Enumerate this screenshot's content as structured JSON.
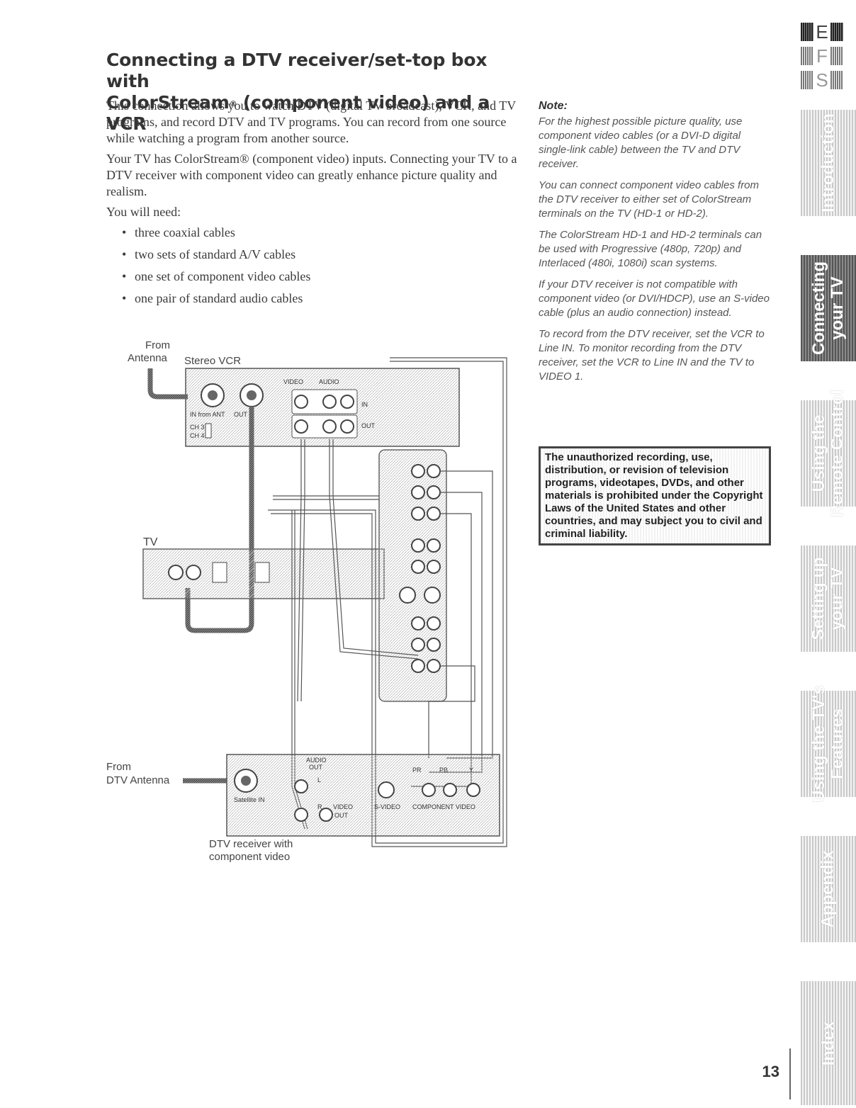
{
  "heading": {
    "line1": "Connecting a DTV receiver/set-top box with",
    "line2_pre": "ColorStream",
    "line2_mark": "®",
    "line2_post": " (component video) and a VCR"
  },
  "intro": {
    "p1": "This connection allows you to watch DTV (digital TV broadcast), VCR, and TV programs, and record DTV and TV programs. You can record from one source while watching a program from another source.",
    "p2": "Your TV has ColorStream® (component video) inputs. Connecting your TV to a DTV receiver with component video can greatly enhance picture quality and realism.",
    "p3": "You will need:",
    "needs": [
      "three coaxial cables",
      "two sets of standard A/V cables",
      "one set of component video cables",
      "one pair of standard audio cables"
    ]
  },
  "note": {
    "title": "Note:",
    "items": [
      "For the highest possible picture quality, use component video cables (or a DVI-D digital single-link cable) between the TV and DTV receiver.",
      "You can connect component video cables from the DTV receiver to either set of ColorStream terminals on the TV (HD-1 or HD-2).",
      "The ColorStream HD-1 and HD-2 terminals can be used with Progressive (480p, 720p) and Interlaced (480i, 1080i) scan systems.",
      "If your DTV receiver is not compatible with component video (or DVI/HDCP), use an S-video cable (plus an audio connection) instead.",
      "To record from the DTV receiver, set the VCR to Line IN. To monitor recording from the DTV receiver, set the VCR to Line IN and the TV to VIDEO 1."
    ]
  },
  "warning": "The unauthorized recording, use, distribution, or revision of television programs, videotapes, DVDs, and other materials is prohibited under the Copyright Laws of the United States and other countries, and may subject you to civil and criminal liability.",
  "diagram": {
    "from_antenna_1": "From",
    "from_antenna_2": "Antenna",
    "vcr_label": "Stereo VCR",
    "vcr_in_from_ant": "IN from ANT",
    "vcr_out": "OUT",
    "vcr_ch3": "CH 3",
    "vcr_ch4": "CH 4",
    "vcr_video": "VIDEO",
    "vcr_audio": "AUDIO",
    "vcr_in": "IN",
    "vcr_out2": "OUT",
    "tv_label": "TV",
    "from_dtv_1": "From",
    "from_dtv_2": "DTV Antenna",
    "sat_in": "Satellite IN",
    "audio_out": "AUDIO",
    "audio_out2": "OUT",
    "l": "L",
    "r": "R",
    "video_out": "VIDEO",
    "video_out2": "OUT",
    "svideo": "S-VIDEO",
    "component": "COMPONENT VIDEO",
    "pr": "PR",
    "pb": "PB",
    "y": "Y",
    "dtv_label_1": "DTV receiver with",
    "dtv_label_2": "component video"
  },
  "lang": [
    "E",
    "F",
    "S"
  ],
  "tabs": [
    {
      "label": "Introduction",
      "active": false
    },
    {
      "label": "Connecting\nyour TV",
      "active": true
    },
    {
      "label": "Using the\nRemote Control",
      "active": false
    },
    {
      "label": "Setting up\nyour TV",
      "active": false
    },
    {
      "label": "Using the TV's\nFeatures",
      "active": false
    },
    {
      "label": "Appendix",
      "active": false
    },
    {
      "label": "Index",
      "active": false
    }
  ],
  "page_number": "13"
}
